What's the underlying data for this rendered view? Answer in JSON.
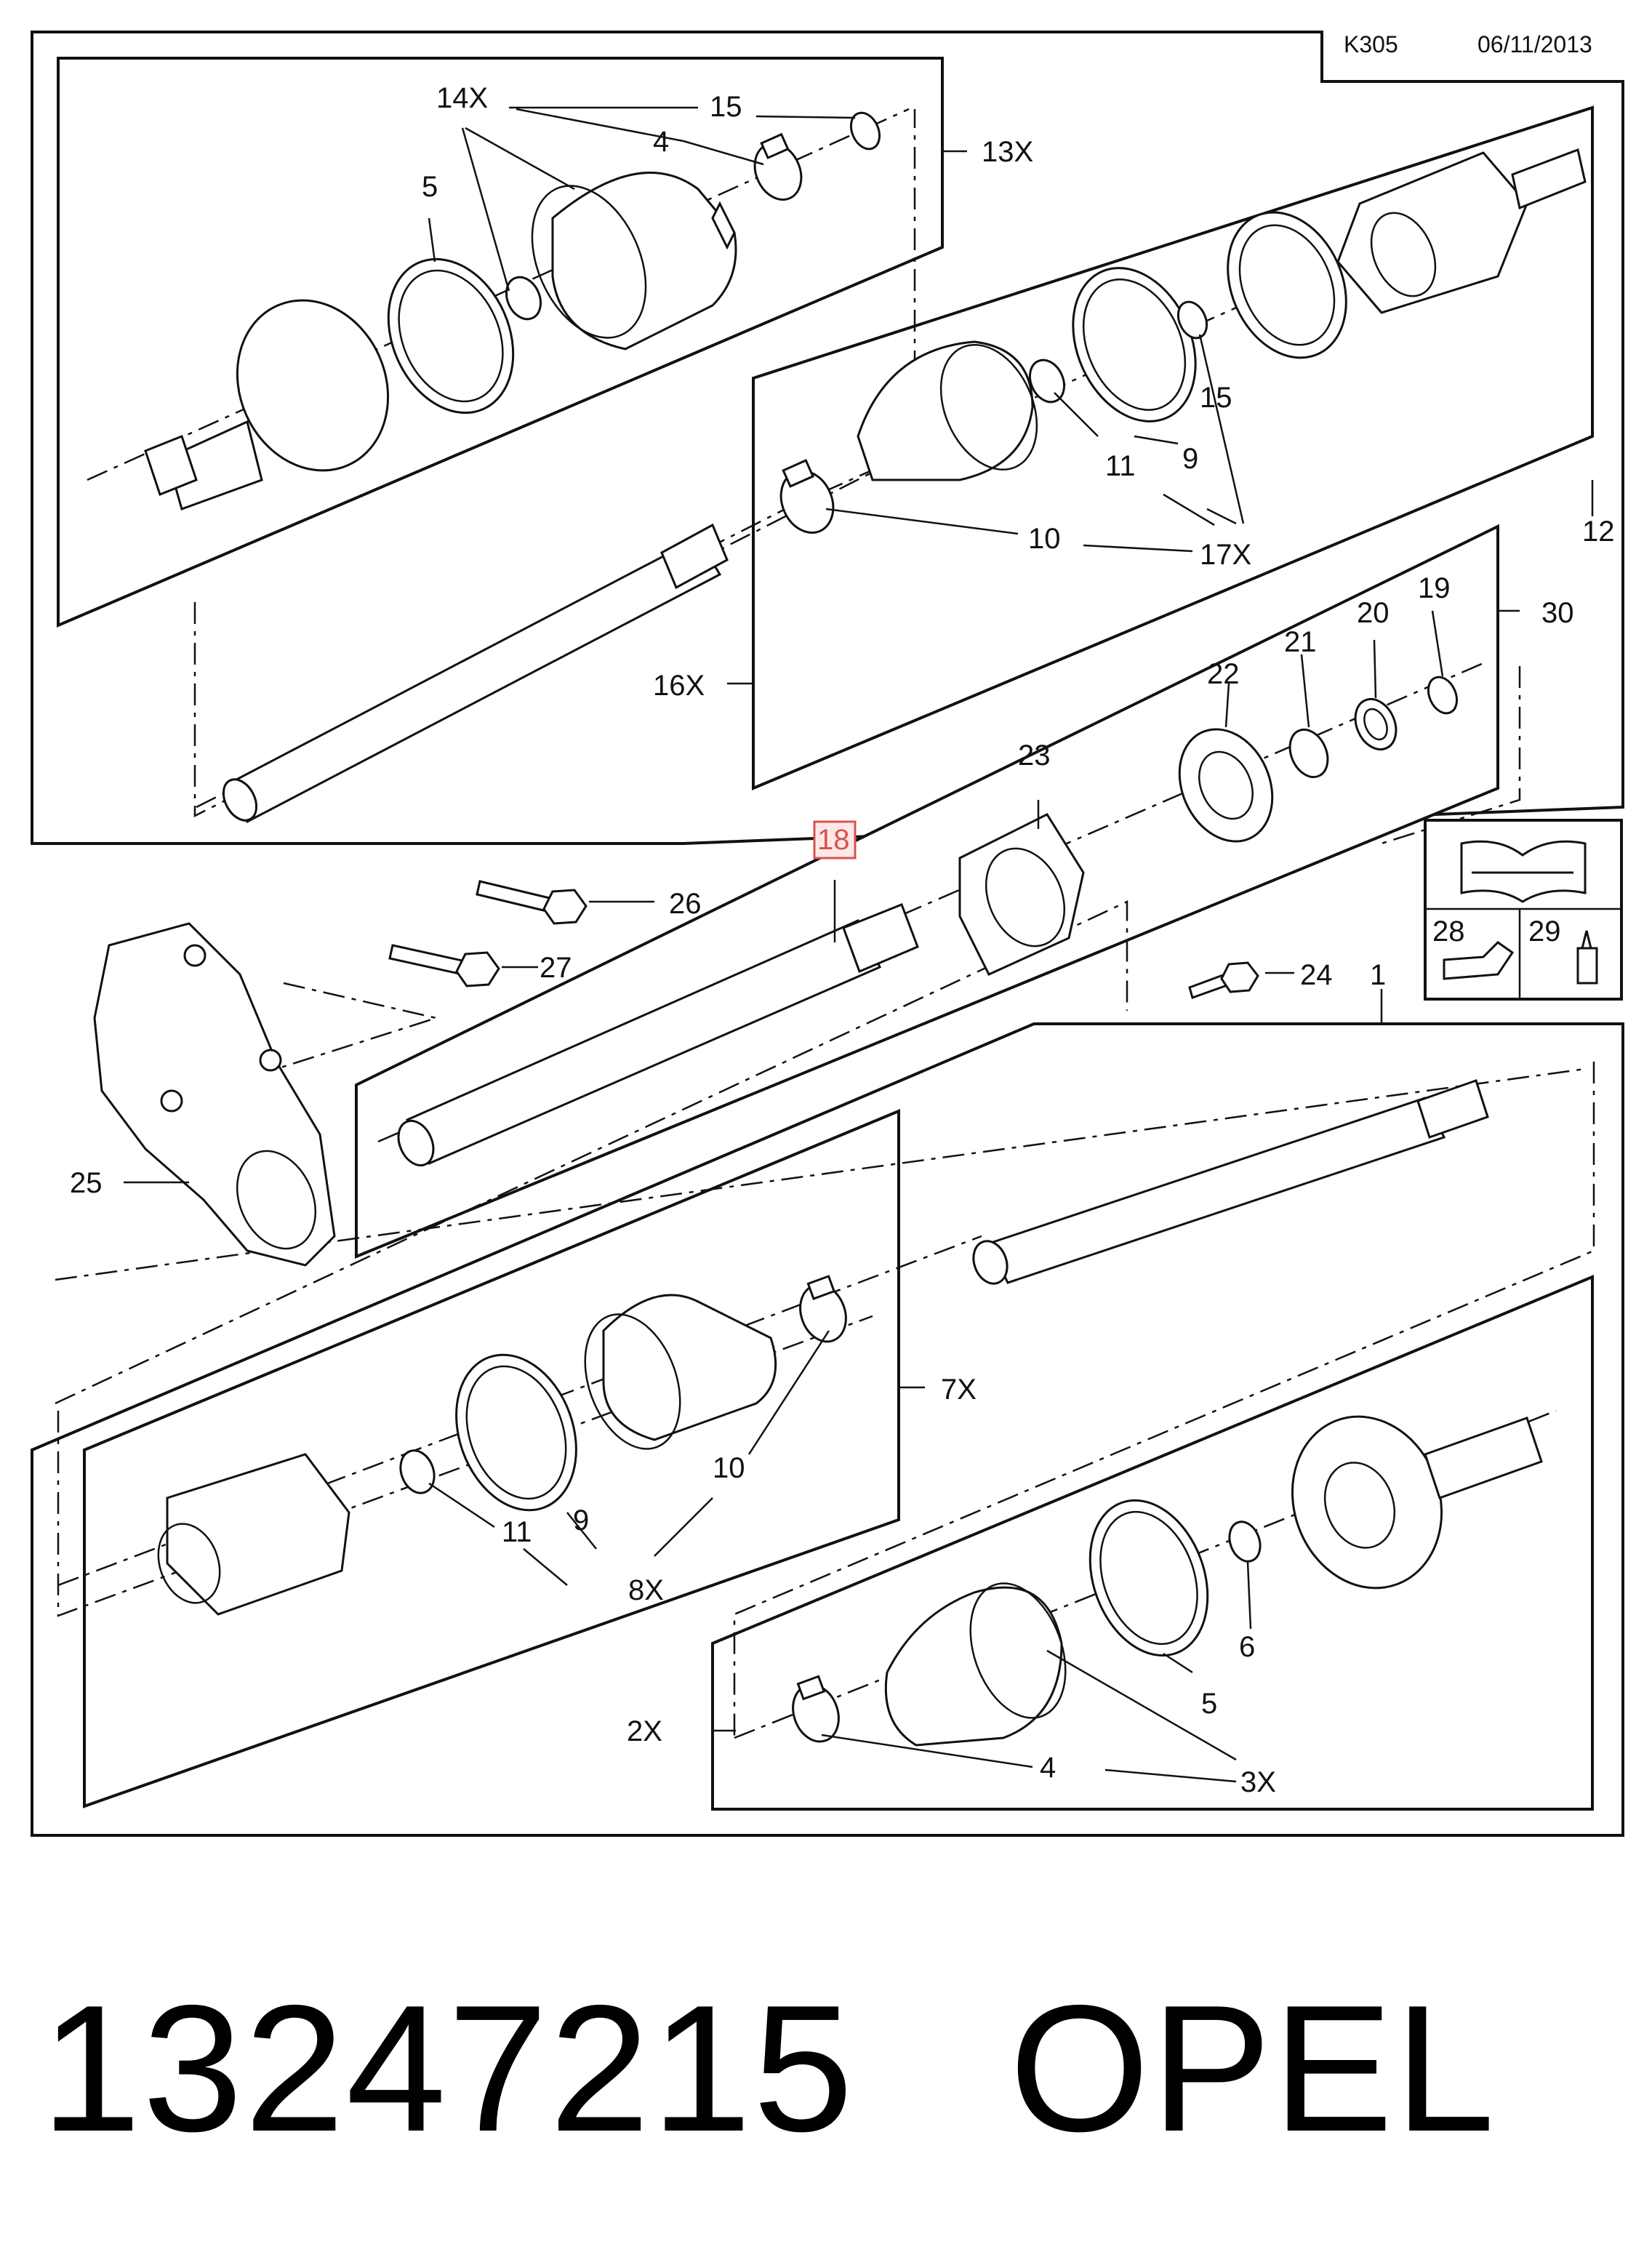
{
  "header": {
    "code": "K305",
    "date": "06/11/2013"
  },
  "callouts": {
    "c1": "1",
    "c2x": "2X",
    "c3x": "3X",
    "c4a": "4",
    "c4b": "4",
    "c5a": "5",
    "c5b": "5",
    "c6": "6",
    "c7x": "7X",
    "c8x": "8X",
    "c9a": "9",
    "c9b": "9",
    "c10a": "10",
    "c10b": "10",
    "c11a": "11",
    "c11b": "11",
    "c12": "12",
    "c13x": "13X",
    "c14x": "14X",
    "c15a": "15",
    "c15b": "15",
    "c16x": "16X",
    "c17x": "17X",
    "c18": "18",
    "c19": "19",
    "c20": "20",
    "c21": "21",
    "c22": "22",
    "c23": "23",
    "c24": "24",
    "c25": "25",
    "c26": "26",
    "c27": "27",
    "c28": "28",
    "c29": "29",
    "c30": "30"
  },
  "highlight": {
    "part": "18",
    "color": "#d9534f"
  },
  "icons": [
    "manual-wrench-icon",
    "oil-can-icon",
    "adhesive-bottle-icon"
  ],
  "footer": {
    "part_number": "13247215",
    "brand": "OPEL"
  }
}
